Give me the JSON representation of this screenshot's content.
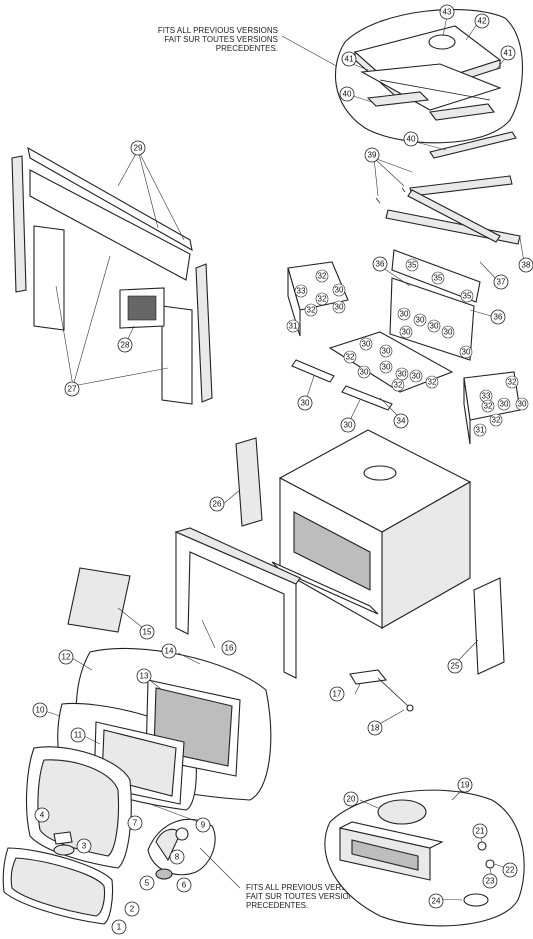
{
  "notes": {
    "top": [
      "FITS ALL PREVIOUS VERSIONS",
      "FAIT SUR TOUTES VERSIONS",
      "PRECEDENTES."
    ],
    "bottom": [
      "FITS ALL PREVIOUS VERSIONS.",
      "FAIT SUR TOUTES VERSIONS",
      "PRECEDENTES."
    ]
  },
  "callouts": [
    {
      "id": "c43",
      "label": "43"
    },
    {
      "id": "c42",
      "label": "42"
    },
    {
      "id": "c41a",
      "label": "41"
    },
    {
      "id": "c41b",
      "label": "41"
    },
    {
      "id": "c40a",
      "label": "40"
    },
    {
      "id": "c40b",
      "label": "40"
    },
    {
      "id": "c39",
      "label": "39"
    },
    {
      "id": "c38",
      "label": "38"
    },
    {
      "id": "c37",
      "label": "37"
    },
    {
      "id": "c36a",
      "label": "36"
    },
    {
      "id": "c36b",
      "label": "36"
    },
    {
      "id": "c34",
      "label": "34"
    },
    {
      "id": "c30a",
      "label": "30"
    },
    {
      "id": "c30b",
      "label": "30"
    },
    {
      "id": "c29",
      "label": "29"
    },
    {
      "id": "c28",
      "label": "28"
    },
    {
      "id": "c27",
      "label": "27"
    },
    {
      "id": "c26",
      "label": "26"
    },
    {
      "id": "c25",
      "label": "25"
    },
    {
      "id": "c24",
      "label": "24"
    },
    {
      "id": "c23",
      "label": "23"
    },
    {
      "id": "c22",
      "label": "22"
    },
    {
      "id": "c21",
      "label": "21"
    },
    {
      "id": "c20",
      "label": "20"
    },
    {
      "id": "c19",
      "label": "19"
    },
    {
      "id": "c18",
      "label": "18"
    },
    {
      "id": "c17",
      "label": "17"
    },
    {
      "id": "c16",
      "label": "16"
    },
    {
      "id": "c15",
      "label": "15"
    },
    {
      "id": "c14",
      "label": "14"
    },
    {
      "id": "c13",
      "label": "13"
    },
    {
      "id": "c12",
      "label": "12"
    },
    {
      "id": "c11",
      "label": "11"
    },
    {
      "id": "c10",
      "label": "10"
    },
    {
      "id": "c9",
      "label": "9"
    },
    {
      "id": "c8",
      "label": "8"
    },
    {
      "id": "c7",
      "label": "7"
    },
    {
      "id": "c6",
      "label": "6"
    },
    {
      "id": "c5",
      "label": "5"
    },
    {
      "id": "c4",
      "label": "4"
    },
    {
      "id": "c3",
      "label": "3"
    },
    {
      "id": "c2",
      "label": "2"
    },
    {
      "id": "c1",
      "label": "1"
    }
  ],
  "brick_labels": [
    "32",
    "33",
    "30",
    "32",
    "30",
    "31",
    "32",
    "35",
    "35",
    "35",
    "30",
    "30",
    "30",
    "30",
    "30",
    "30",
    "30",
    "30",
    "32",
    "30",
    "30",
    "30",
    "32",
    "30",
    "32",
    "32",
    "33",
    "30",
    "32",
    "30",
    "31",
    "32"
  ]
}
